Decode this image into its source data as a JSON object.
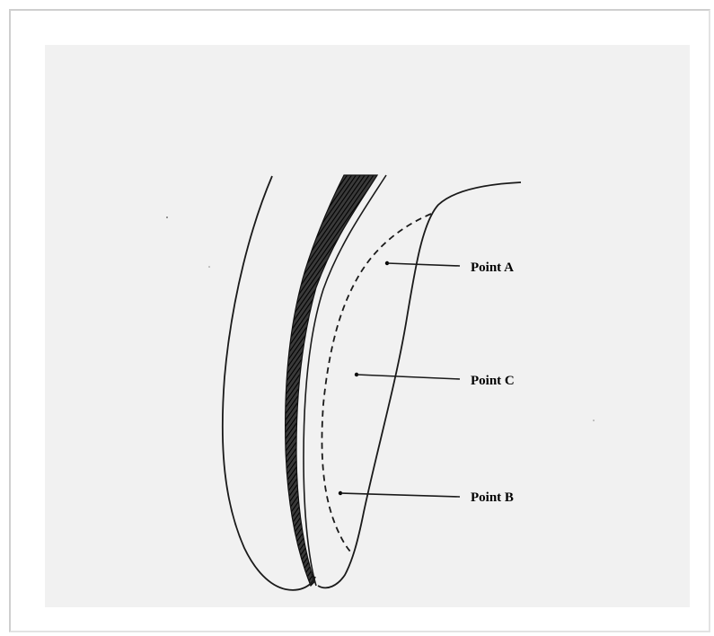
{
  "labels": {
    "point_a": "Point A",
    "point_b": "Point B",
    "point_c": "Point C"
  },
  "colors": {
    "panel_background": "#f1f1f1",
    "line": "#1a1a1a"
  }
}
